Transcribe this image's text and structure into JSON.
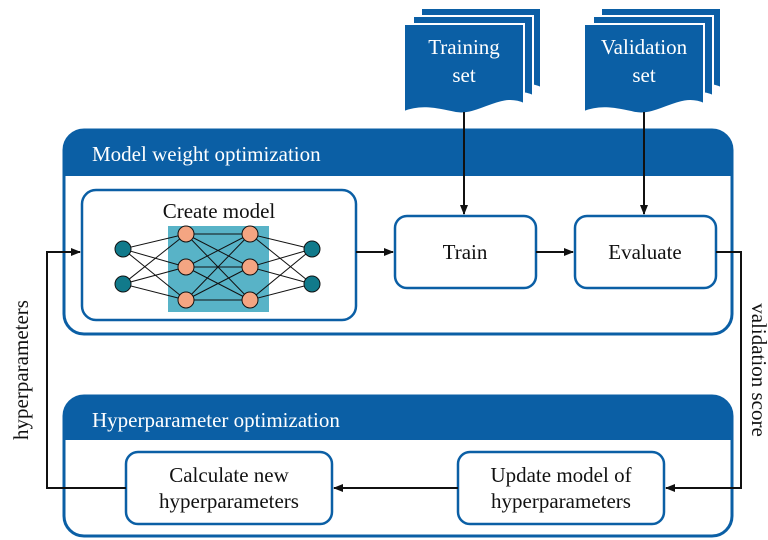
{
  "datasets": {
    "training": {
      "line1": "Training",
      "line2": "set"
    },
    "validation": {
      "line1": "Validation",
      "line2": "set"
    }
  },
  "panels": {
    "model_weight": {
      "title": "Model weight optimization"
    },
    "hyperparameter": {
      "title": "Hyperparameter optimization"
    }
  },
  "boxes": {
    "create_model": {
      "label": "Create model"
    },
    "train": {
      "label": "Train"
    },
    "evaluate": {
      "label": "Evaluate"
    },
    "calculate": {
      "line1": "Calculate new",
      "line2": "hyperparameters"
    },
    "update": {
      "line1": "Update model of",
      "line2": "hyperparameters"
    }
  },
  "side_labels": {
    "left": "hyperparameters",
    "right": "validation score"
  },
  "colors": {
    "primary": "#0b5fa5",
    "neuron_teal": "#117a8b",
    "neuron_salmon": "#f4a582",
    "hidden_bg": "#58b3c7",
    "text": "#111111"
  }
}
